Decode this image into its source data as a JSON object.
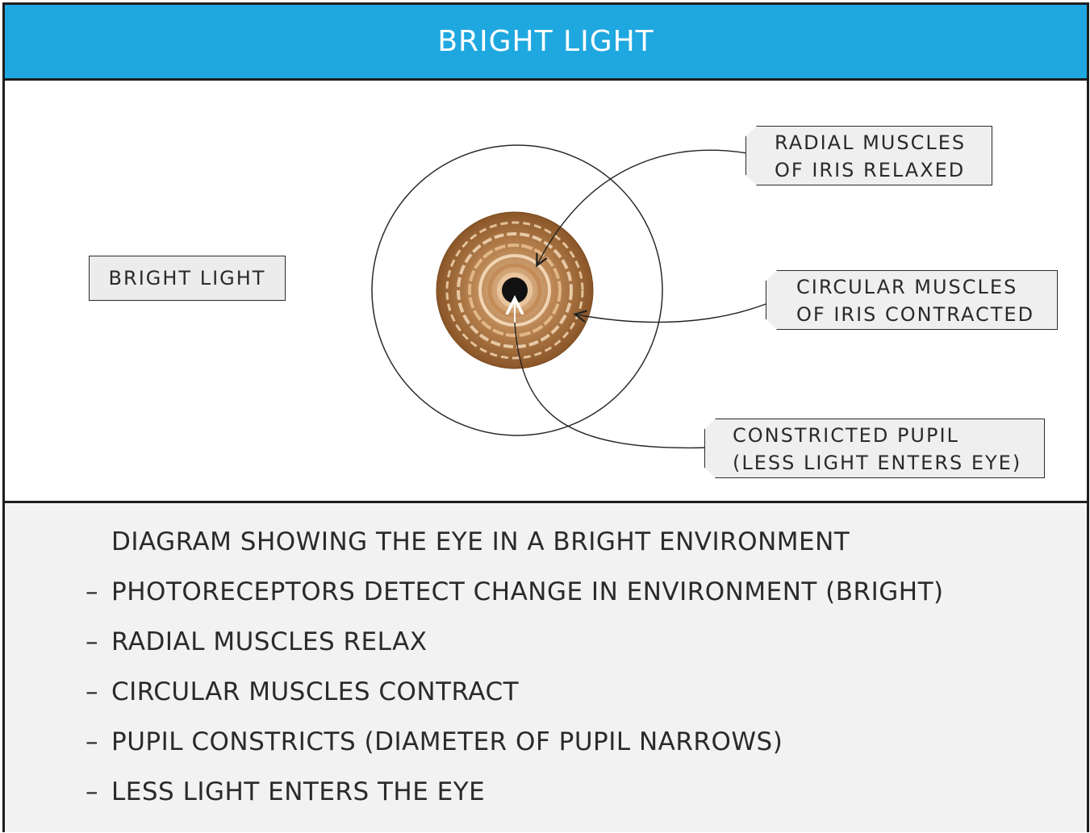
{
  "header": {
    "title": "BRIGHT LIGHT"
  },
  "diagram": {
    "light_label": "BRIGHT LIGHT",
    "labels": {
      "radial": [
        "RADIAL MUSCLES",
        "OF IRIS RELAXED"
      ],
      "circular": [
        "CIRCULAR MUSCLES",
        "OF IRIS CONTRACTED"
      ],
      "pupil": [
        "CONSTRICTED PUPIL",
        "(LESS LIGHT ENTERS EYE)"
      ]
    },
    "colors": {
      "header": "#1fa8e0",
      "iris_dark": "#8b5a2b",
      "iris_light": "#d9a877",
      "pupil": "#111111"
    }
  },
  "description": {
    "title": "DIAGRAM SHOWING THE EYE IN A BRIGHT ENVIRONMENT",
    "points": [
      "PHOTORECEPTORS DETECT CHANGE IN ENVIRONMENT (BRIGHT)",
      "RADIAL MUSCLES RELAX",
      "CIRCULAR MUSCLES CONTRACT",
      "PUPIL CONSTRICTS (DIAMETER OF PUPIL NARROWS)",
      "LESS LIGHT ENTERS THE EYE"
    ]
  }
}
